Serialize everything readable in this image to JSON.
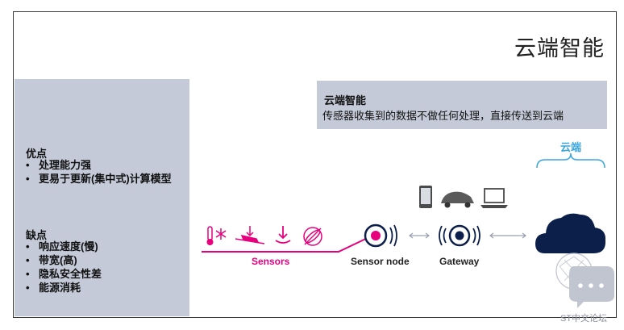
{
  "title": "云端智能",
  "left_panel": {
    "pros_title": "优点",
    "pros": [
      "处理能力强",
      "更易于更新(集中式)计算模型"
    ],
    "cons_title": "缺点",
    "cons": [
      "响应速度(慢)",
      "带宽(高)",
      "隐私安全性差",
      "能源消耗"
    ]
  },
  "info_box": {
    "title": "云端智能",
    "text": "传感器收集到的数据不做任何处理，直接传送到云端"
  },
  "diagram": {
    "cloud_label": "云端",
    "sensors_label": "Sensors",
    "sensor_node_label": "Sensor node",
    "gateway_label": "Gateway"
  },
  "colors": {
    "accent_magenta": "#e6007e",
    "panel_bg": "#c4cad8",
    "cloud_blue": "#3aa6dc",
    "navy": "#0b1f4a"
  },
  "watermark": "ST中文论坛"
}
